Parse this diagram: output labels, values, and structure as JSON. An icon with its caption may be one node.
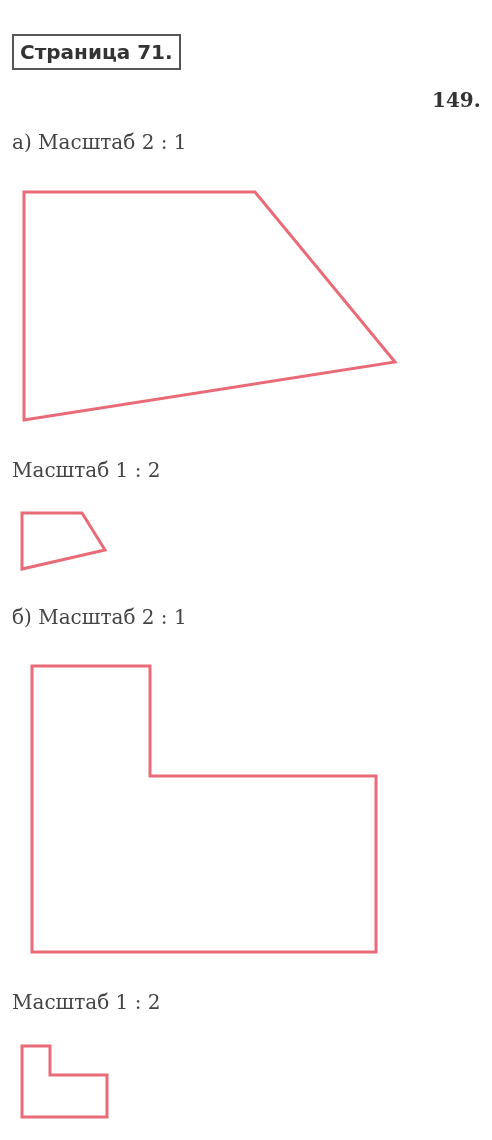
{
  "diagram": {
    "labels": [
      "Страница 71.",
      "149.",
      "а) Масштаб 2 : 1",
      "Масштаб 1 : 2",
      "б) Масштаб 2 : 1",
      "Масштаб 1 : 2"
    ]
  }
}
